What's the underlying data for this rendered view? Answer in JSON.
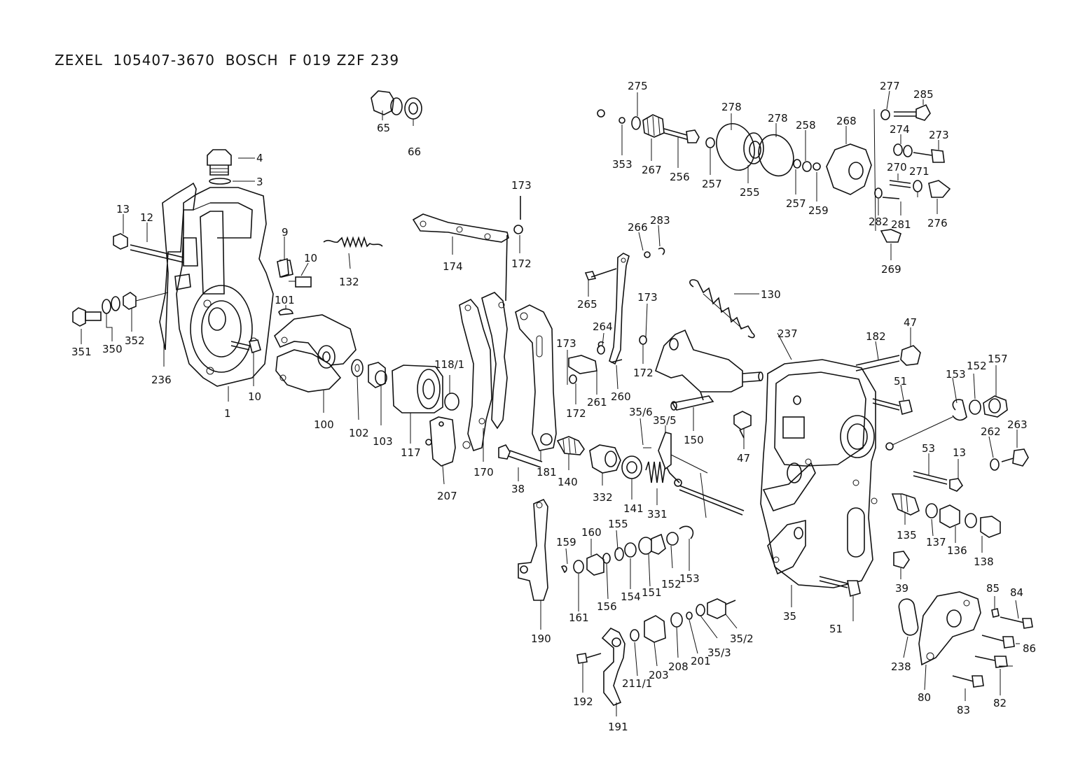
{
  "header": {
    "title": "ZEXEL  105407-3670  BOSCH  F 019 Z2F 239"
  },
  "part_labels": [
    {
      "id": "l1",
      "text": "4"
    },
    {
      "id": "l2",
      "text": "3"
    },
    {
      "id": "l3",
      "text": "65"
    },
    {
      "id": "l4",
      "text": "66"
    },
    {
      "id": "l5",
      "text": "13"
    },
    {
      "id": "l6",
      "text": "12"
    },
    {
      "id": "l7",
      "text": "9"
    },
    {
      "id": "l8",
      "text": "10"
    },
    {
      "id": "l9",
      "text": "132"
    },
    {
      "id": "l10",
      "text": "101"
    },
    {
      "id": "l11",
      "text": "351"
    },
    {
      "id": "l12",
      "text": "350"
    },
    {
      "id": "l13",
      "text": "352"
    },
    {
      "id": "l14",
      "text": "236"
    },
    {
      "id": "l15",
      "text": "1"
    },
    {
      "id": "l16",
      "text": "10"
    },
    {
      "id": "l17",
      "text": "100"
    },
    {
      "id": "l18",
      "text": "102"
    },
    {
      "id": "l19",
      "text": "103"
    },
    {
      "id": "l20",
      "text": "117"
    },
    {
      "id": "l21",
      "text": "118/1"
    },
    {
      "id": "l22",
      "text": "207"
    },
    {
      "id": "l23",
      "text": "174"
    },
    {
      "id": "l24",
      "text": "173"
    },
    {
      "id": "l25",
      "text": "172"
    },
    {
      "id": "l26",
      "text": "170"
    },
    {
      "id": "l27",
      "text": "38"
    },
    {
      "id": "l28",
      "text": "181"
    },
    {
      "id": "l29",
      "text": "140"
    },
    {
      "id": "l30",
      "text": "332"
    },
    {
      "id": "l31",
      "text": "141"
    },
    {
      "id": "l32",
      "text": "331"
    },
    {
      "id": "l33",
      "text": "275"
    },
    {
      "id": "l34",
      "text": "353"
    },
    {
      "id": "l35",
      "text": "267"
    },
    {
      "id": "l36",
      "text": "256"
    },
    {
      "id": "l37",
      "text": "278"
    },
    {
      "id": "l38",
      "text": "257"
    },
    {
      "id": "l39",
      "text": "255"
    },
    {
      "id": "l40",
      "text": "278"
    },
    {
      "id": "l41",
      "text": "258"
    },
    {
      "id": "l42",
      "text": "257"
    },
    {
      "id": "l43",
      "text": "259"
    },
    {
      "id": "l44",
      "text": "268"
    },
    {
      "id": "l45",
      "text": "277"
    },
    {
      "id": "l46",
      "text": "285"
    },
    {
      "id": "l47",
      "text": "274"
    },
    {
      "id": "l48",
      "text": "273"
    },
    {
      "id": "l49",
      "text": "270"
    },
    {
      "id": "l50",
      "text": "271"
    },
    {
      "id": "l51",
      "text": "282"
    },
    {
      "id": "l52",
      "text": "281"
    },
    {
      "id": "l53",
      "text": "276"
    },
    {
      "id": "l54",
      "text": "269"
    },
    {
      "id": "l55",
      "text": "266"
    },
    {
      "id": "l56",
      "text": "283"
    },
    {
      "id": "l57",
      "text": "265"
    },
    {
      "id": "l58",
      "text": "130"
    },
    {
      "id": "l59",
      "text": "173"
    },
    {
      "id": "l60",
      "text": "264"
    },
    {
      "id": "l61",
      "text": "172"
    },
    {
      "id": "l62",
      "text": "173"
    },
    {
      "id": "l63",
      "text": "172"
    },
    {
      "id": "l64",
      "text": "261"
    },
    {
      "id": "l65",
      "text": "260"
    },
    {
      "id": "l66",
      "text": "150"
    },
    {
      "id": "l67",
      "text": "35/6"
    },
    {
      "id": "l68",
      "text": "35/5"
    },
    {
      "id": "l69",
      "text": "237"
    },
    {
      "id": "l70",
      "text": "182"
    },
    {
      "id": "l71",
      "text": "47"
    },
    {
      "id": "l72",
      "text": "51"
    },
    {
      "id": "l73",
      "text": "47"
    },
    {
      "id": "l74",
      "text": "153"
    },
    {
      "id": "l75",
      "text": "152"
    },
    {
      "id": "l76",
      "text": "157"
    },
    {
      "id": "l77",
      "text": "262"
    },
    {
      "id": "l78",
      "text": "263"
    },
    {
      "id": "l79",
      "text": "53"
    },
    {
      "id": "l80",
      "text": "13"
    },
    {
      "id": "l81",
      "text": "135"
    },
    {
      "id": "l82",
      "text": "137"
    },
    {
      "id": "l83",
      "text": "136"
    },
    {
      "id": "l84",
      "text": "138"
    },
    {
      "id": "l85",
      "text": "39"
    },
    {
      "id": "l86",
      "text": "159"
    },
    {
      "id": "l87",
      "text": "160"
    },
    {
      "id": "l88",
      "text": "155"
    },
    {
      "id": "l89",
      "text": "161"
    },
    {
      "id": "l90",
      "text": "156"
    },
    {
      "id": "l91",
      "text": "154"
    },
    {
      "id": "l92",
      "text": "151"
    },
    {
      "id": "l93",
      "text": "152"
    },
    {
      "id": "l94",
      "text": "153"
    },
    {
      "id": "l95",
      "text": "190"
    },
    {
      "id": "l96",
      "text": "35"
    },
    {
      "id": "l97",
      "text": "51"
    },
    {
      "id": "l98",
      "text": "85"
    },
    {
      "id": "l99",
      "text": "84"
    },
    {
      "id": "l100",
      "text": "86"
    },
    {
      "id": "l101",
      "text": "238"
    },
    {
      "id": "l102",
      "text": "80"
    },
    {
      "id": "l103",
      "text": "82"
    },
    {
      "id": "l104",
      "text": "83"
    },
    {
      "id": "l105",
      "text": "192"
    },
    {
      "id": "l106",
      "text": "211/1"
    },
    {
      "id": "l107",
      "text": "203"
    },
    {
      "id": "l108",
      "text": "208"
    },
    {
      "id": "l109",
      "text": "201"
    },
    {
      "id": "l110",
      "text": "35/3"
    },
    {
      "id": "l111",
      "text": "35/2"
    },
    {
      "id": "l112",
      "text": "191"
    }
  ]
}
